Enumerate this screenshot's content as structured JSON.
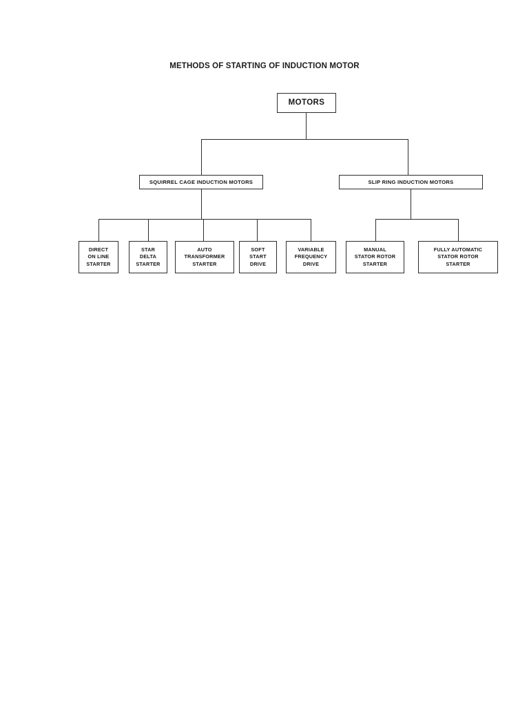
{
  "document": {
    "title": "METHODS OF STARTING OF INDUCTION MOTOR",
    "background_color": "#ffffff",
    "line_color": "#2b2b2b",
    "text_color": "#161616"
  },
  "chart": {
    "type": "tree-diagram",
    "root": {
      "label": "MOTORS"
    },
    "level2": [
      {
        "label": "SQUIRREL CAGE INDUCTION MOTORS"
      },
      {
        "label": "SLIP RING INDUCTION MOTORS"
      }
    ],
    "squirrel_cage_children": [
      {
        "line1": "DIRECT",
        "line2": "ON LINE",
        "line3": "STARTER"
      },
      {
        "line1": "STAR",
        "line2": "DELTA",
        "line3": "STARTER"
      },
      {
        "line1": "AUTO",
        "line2": "TRANSFORMER",
        "line3": "STARTER"
      },
      {
        "line1": "SOFT",
        "line2": "START",
        "line3": "DRIVE"
      },
      {
        "line1": "VARIABLE",
        "line2": "FREQUENCY",
        "line3": "DRIVE"
      }
    ],
    "slip_ring_children": [
      {
        "line1": "MANUAL",
        "line2": "STATOR ROTOR",
        "line3": "STARTER"
      },
      {
        "line1": "FULLY AUTOMATIC",
        "line2": "STATOR ROTOR",
        "line3": "STARTER"
      }
    ]
  }
}
